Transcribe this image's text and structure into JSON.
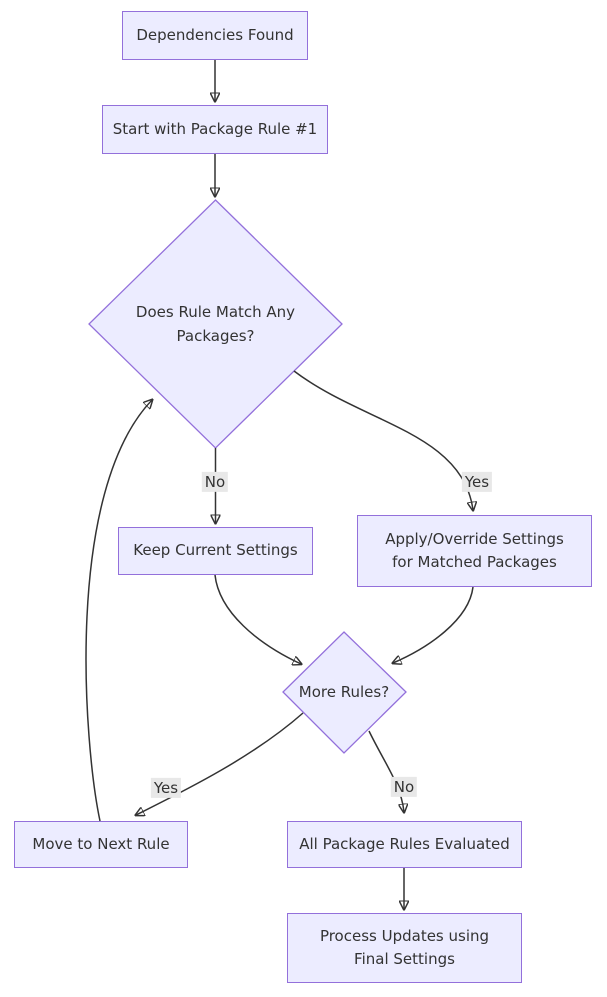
{
  "diagram": {
    "type": "flowchart",
    "direction": "top-down",
    "colors": {
      "background": "#ffffff",
      "node_fill": "#ECECFF",
      "node_border": "#9370DB",
      "edge_line": "#333333",
      "text": "#333333",
      "edge_label_bg": "#e8e8e8"
    },
    "nodes": {
      "dependencies_found": {
        "label": "Dependencies Found",
        "shape": "rectangle"
      },
      "start_rule_1": {
        "label": "Start with Package Rule #1",
        "shape": "rectangle"
      },
      "rule_match_decision": {
        "label": "Does Rule Match Any\nPackages?",
        "shape": "diamond"
      },
      "keep_current_settings": {
        "label": "Keep Current Settings",
        "shape": "rectangle"
      },
      "apply_override_settings": {
        "label": "Apply/Override Settings\nfor Matched Packages",
        "shape": "rectangle"
      },
      "more_rules_decision": {
        "label": "More Rules?",
        "shape": "diamond"
      },
      "move_to_next_rule": {
        "label": "Move to Next Rule",
        "shape": "rectangle"
      },
      "all_rules_evaluated": {
        "label": "All Package Rules Evaluated",
        "shape": "rectangle"
      },
      "process_updates": {
        "label": "Process Updates using\nFinal Settings",
        "shape": "rectangle"
      }
    },
    "edges": {
      "dep_to_start": {
        "from": "dependencies_found",
        "to": "start_rule_1",
        "label": ""
      },
      "start_to_decision": {
        "from": "start_rule_1",
        "to": "rule_match_decision",
        "label": ""
      },
      "decision_no": {
        "from": "rule_match_decision",
        "to": "keep_current_settings",
        "label": "No"
      },
      "decision_yes": {
        "from": "rule_match_decision",
        "to": "apply_override_settings",
        "label": "Yes"
      },
      "keep_to_more": {
        "from": "keep_current_settings",
        "to": "more_rules_decision",
        "label": ""
      },
      "apply_to_more": {
        "from": "apply_override_settings",
        "to": "more_rules_decision",
        "label": ""
      },
      "more_yes": {
        "from": "more_rules_decision",
        "to": "move_to_next_rule",
        "label": "Yes"
      },
      "more_no": {
        "from": "more_rules_decision",
        "to": "all_rules_evaluated",
        "label": "No"
      },
      "move_loop": {
        "from": "move_to_next_rule",
        "to": "rule_match_decision",
        "label": ""
      },
      "all_to_process": {
        "from": "all_rules_evaluated",
        "to": "process_updates",
        "label": ""
      }
    }
  }
}
